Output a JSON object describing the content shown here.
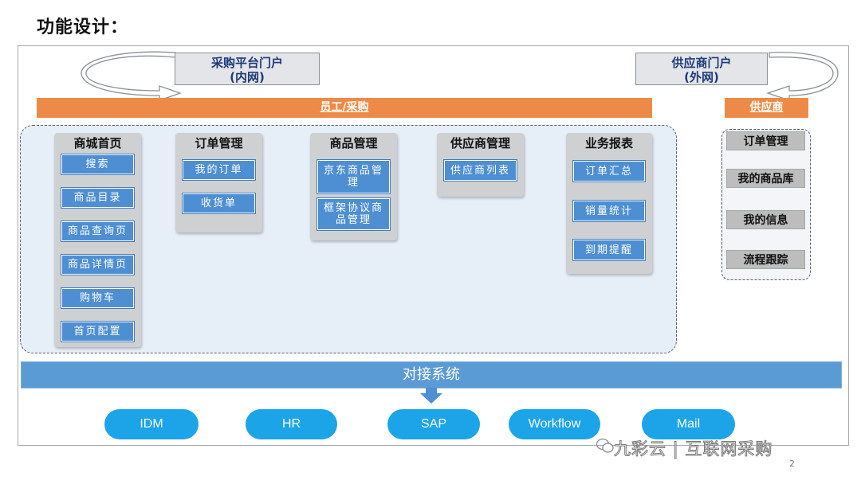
{
  "title": "功能设计：",
  "portals": {
    "purchase": {
      "line1": "采购平台门户",
      "line2": "(内网)"
    },
    "supplier": {
      "line1": "供应商门户",
      "line2": "(外网)"
    }
  },
  "bars": {
    "employee": "员工/采购",
    "supplier": "供应商",
    "integration": "对接系统"
  },
  "modules": [
    {
      "title": "商城首页",
      "items": [
        "搜索",
        "商品目录",
        "商品查询页",
        "商品详情页",
        "购物车",
        "首页配置"
      ]
    },
    {
      "title": "订单管理",
      "items": [
        "我的订单",
        "收货单"
      ]
    },
    {
      "title": "商品管理",
      "items": [
        "京东商品管理",
        "框架协议商品管理"
      ]
    },
    {
      "title": "供应商管理",
      "items": [
        "供应商列表"
      ]
    },
    {
      "title": "业务报表",
      "items": [
        "订单汇总",
        "销量统计",
        "到期提醒"
      ]
    }
  ],
  "supplier_items": [
    "订单管理",
    "我的商品库",
    "我的信息",
    "流程跟踪"
  ],
  "systems": [
    "IDM",
    "HR",
    "SAP",
    "Workflow",
    "Mail"
  ],
  "watermark": "九彩云 | 互联网采购",
  "page_number": "2",
  "colors": {
    "orange": "#ee8a47",
    "item_blue": "#4e8fd3",
    "bar_blue": "#5b9bd5",
    "pill_blue": "#1ca4e9",
    "portal_text": "#1f3a78"
  }
}
